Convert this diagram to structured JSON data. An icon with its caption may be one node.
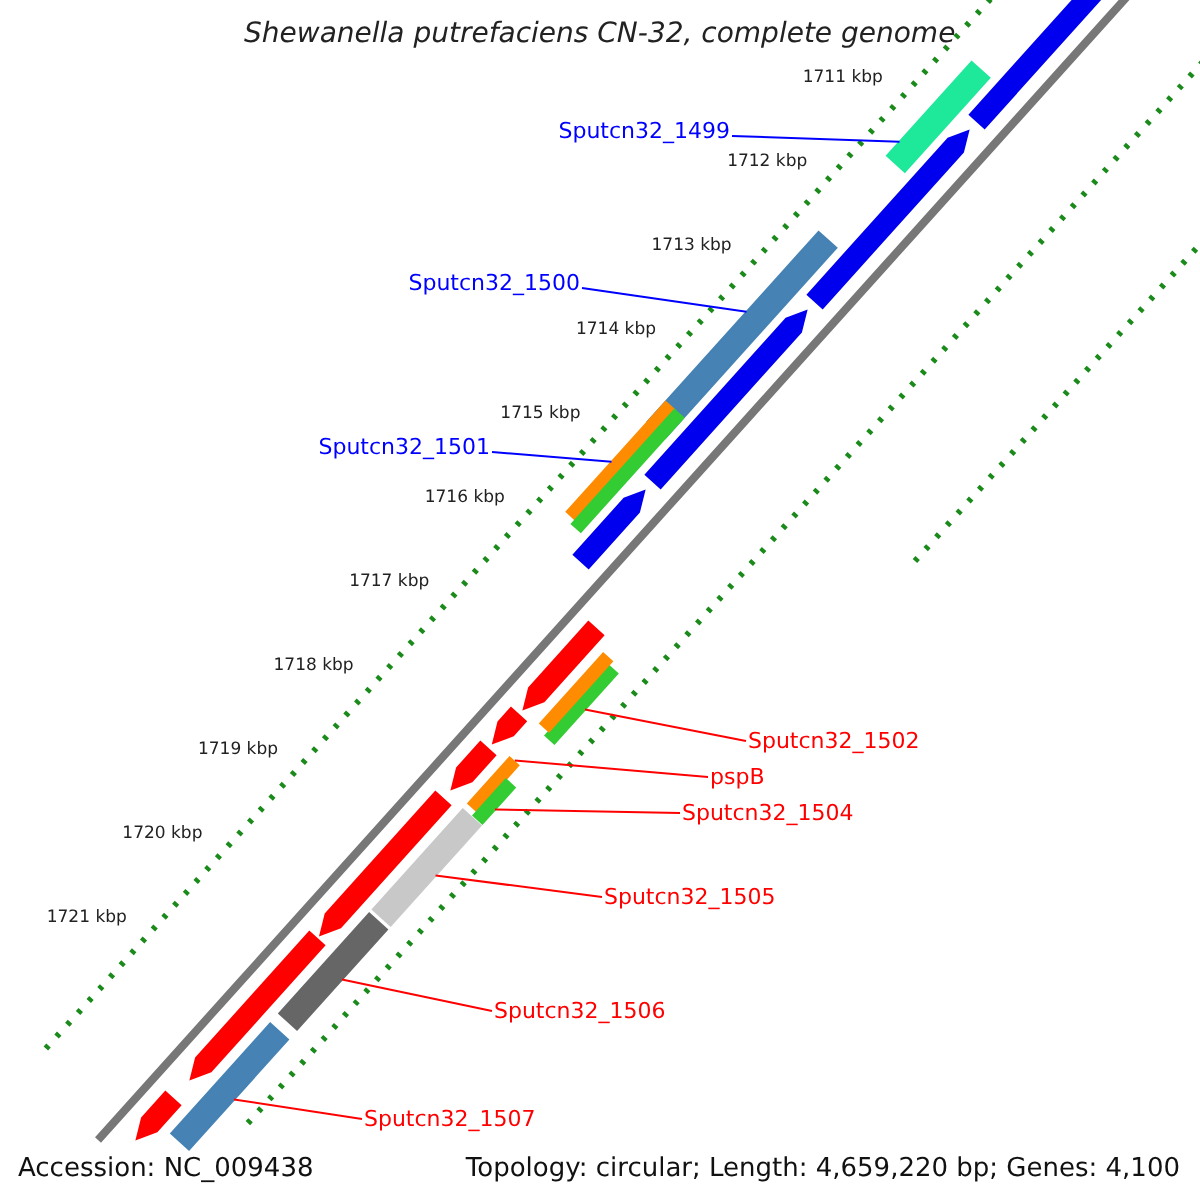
{
  "diagram": {
    "title": "Shewanella putrefaciens CN-32, complete genome",
    "nodes": [
      {
        "text": [
          "Sputcn32_1499"
        ]
      },
      {
        "text": [
          "Sputcn32_1500"
        ]
      },
      {
        "text": [
          "Sputcn32_1501"
        ]
      },
      {
        "text": [
          "Sputcn32_1502"
        ]
      },
      {
        "text": [
          "pspB"
        ]
      },
      {
        "text": [
          "Sputcn32_1504"
        ]
      },
      {
        "text": [
          "Sputcn32_1505"
        ]
      },
      {
        "text": [
          "Sputcn32_1506"
        ]
      },
      {
        "text": [
          "Sputcn32_1507"
        ]
      },
      {
        "text": [],
        "shape": "bar"
      },
      {
        "text": [],
        "shape": "bar"
      },
      {
        "text": [],
        "shape": "bar"
      },
      {
        "text": [],
        "shape": "bar"
      },
      {
        "text": [],
        "shape": "bar"
      },
      {
        "text": [],
        "shape": "bar"
      },
      {
        "text": [],
        "shape": "bar"
      },
      {
        "text": [],
        "shape": "bar"
      },
      {
        "text": [],
        "shape": "bar"
      },
      {
        "text": [],
        "shape": "bar"
      },
      {
        "text": [],
        "shape": "bar"
      },
      {
        "text": [],
        "shape": "bar"
      },
      {
        "text": [],
        "shape": "bar"
      },
      {
        "text": [],
        "shape": "bar"
      },
      {
        "text": [],
        "shape": "bar"
      },
      {
        "text": [],
        "shape": "bar"
      },
      {
        "text": [],
        "shape": "bar"
      },
      {
        "text": [],
        "shape": "bar"
      },
      {
        "text": [],
        "shape": "bar"
      },
      {
        "text": [],
        "shape": "bar"
      },
      {
        "text": [],
        "shape": "bar"
      }
    ],
    "edges": [
      {
        "from": 0,
        "to": 9,
        "arrow": "none",
        "color": "#0000ff"
      },
      {
        "from": 1,
        "to": 10,
        "arrow": "none",
        "color": "#0000ff"
      },
      {
        "from": 2,
        "to": 11,
        "arrow": "none",
        "color": "#0000ff"
      },
      {
        "from": 3,
        "to": 12,
        "arrow": "none"
      },
      {
        "from": 4,
        "to": 13,
        "arrow": "none"
      },
      {
        "from": 5,
        "to": 14,
        "arrow": "none"
      },
      {
        "from": 6,
        "to": 15,
        "arrow": "none"
      },
      {
        "from": 7,
        "to": 16,
        "arrow": "none"
      },
      {
        "from": 8,
        "to": 17,
        "arrow": "none"
      }
    ],
    "labels": [
      "1711 kbp",
      "1712 kbp",
      "1713 kbp",
      "1714 kbp",
      "1715 kbp",
      "1716 kbp",
      "1717 kbp",
      "1718 kbp",
      "1719 kbp",
      "1720 kbp",
      "1721 kbp",
      "Accession: NC_009438",
      "Topology: circular; Length: 4,659,220 bp; Genes: 4,100"
    ]
  }
}
